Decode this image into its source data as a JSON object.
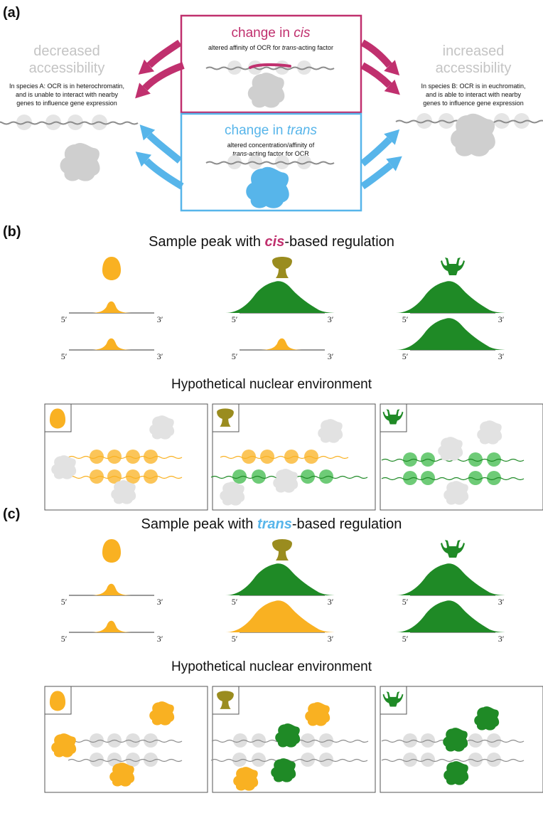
{
  "panel_a": {
    "label": "(a)",
    "cis_box": {
      "title_pre": "change in ",
      "title_em": "cis",
      "desc_pre": "altered affinity of OCR for ",
      "desc_em": "trans",
      "desc_post": "-acting factor"
    },
    "trans_box": {
      "title_pre": "change in ",
      "title_em": "trans",
      "desc_line1": "altered concentration/affinity of",
      "desc_line2_em": "trans",
      "desc_line2_post": "-acting factor for OCR"
    },
    "left": {
      "title_line1": "decreased",
      "title_line2": "accessibility",
      "desc": [
        "In species A: OCR is in heterochromatin,",
        "and is unable to interact with nearby",
        "genes to influence gene expression"
      ]
    },
    "right": {
      "title_line1": "increased",
      "title_line2": "accessibility",
      "desc": [
        "In species B: OCR is in euchromatin,",
        "and is able to interact with nearby",
        "genes to influence gene expression"
      ]
    }
  },
  "panel_b": {
    "label": "(b)",
    "title_pre": "Sample peak with ",
    "title_em": "cis",
    "title_post": "-based regulation",
    "env_title": "Hypothetical nuclear environment"
  },
  "panel_c": {
    "label": "(c)",
    "title_pre": "Sample peak with ",
    "title_em": "trans",
    "title_post": "-based regulation",
    "env_title": "Hypothetical nuclear environment"
  },
  "strand": {
    "five": "5′",
    "three": "3′"
  },
  "colors": {
    "cis": "#c0306e",
    "trans": "#57b5ea",
    "gray_text": "#c4c4c4",
    "orange": "#f9b122",
    "olive": "#9a8c1f",
    "green": "#1f8a26",
    "nucleosome_gray": "#dedede",
    "factor_gray": "#cfcfcf"
  }
}
